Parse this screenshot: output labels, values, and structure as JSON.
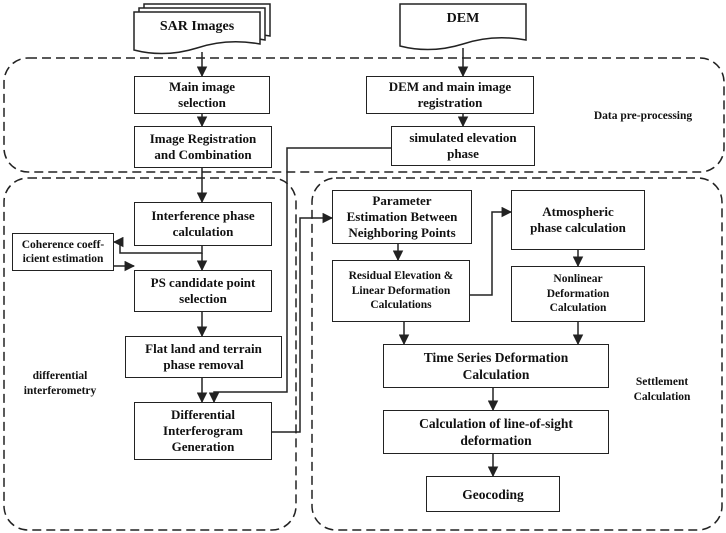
{
  "inputs": {
    "sar_images": "SAR Images",
    "dem": "DEM"
  },
  "regions": {
    "preprocessing": "Data pre-processing",
    "differential_line1": "differential",
    "differential_line2": "interferometry",
    "settlement_line1": "Settlement",
    "settlement_line2": "Calculation"
  },
  "steps": {
    "main_image_selection": {
      "line1": "Main image",
      "line2": "selection"
    },
    "dem_registration": {
      "line1": "DEM and main image",
      "line2": "registration"
    },
    "image_registration": {
      "line1": "Image Registration",
      "line2": "and Combination"
    },
    "simulated_phase": {
      "line1": "simulated elevation",
      "line2": "phase"
    },
    "interference_phase": {
      "line1": "Interference phase",
      "line2": "calculation"
    },
    "coherence": {
      "line1": "Coherence coeff-",
      "line2": "icient estimation"
    },
    "ps_candidate": {
      "line1": "PS candidate point",
      "line2": "selection"
    },
    "flat_land": {
      "line1": "Flat land and terrain",
      "line2": "phase removal"
    },
    "differential_interferogram": {
      "line1": "Differential",
      "line2": "Interferogram",
      "line3": "Generation"
    },
    "parameter_estimation": {
      "line1": "Parameter",
      "line2": "Estimation Between",
      "line3": "Neighboring Points"
    },
    "atmospheric_phase": {
      "line1": "Atmospheric",
      "line2": "phase calculation"
    },
    "residual_elevation": {
      "line1": "Residual Elevation &",
      "line2": "Linear Deformation",
      "line3": "Calculations"
    },
    "nonlinear_deformation": {
      "line1": "Nonlinear",
      "line2": "Deformation",
      "line3": "Calculation"
    },
    "time_series": {
      "line1": "Time Series Deformation",
      "line2": "Calculation"
    },
    "line_of_sight": {
      "line1": "Calculation of line-of-sight",
      "line2": "deformation"
    },
    "geocoding": {
      "line1": "Geocoding"
    }
  }
}
